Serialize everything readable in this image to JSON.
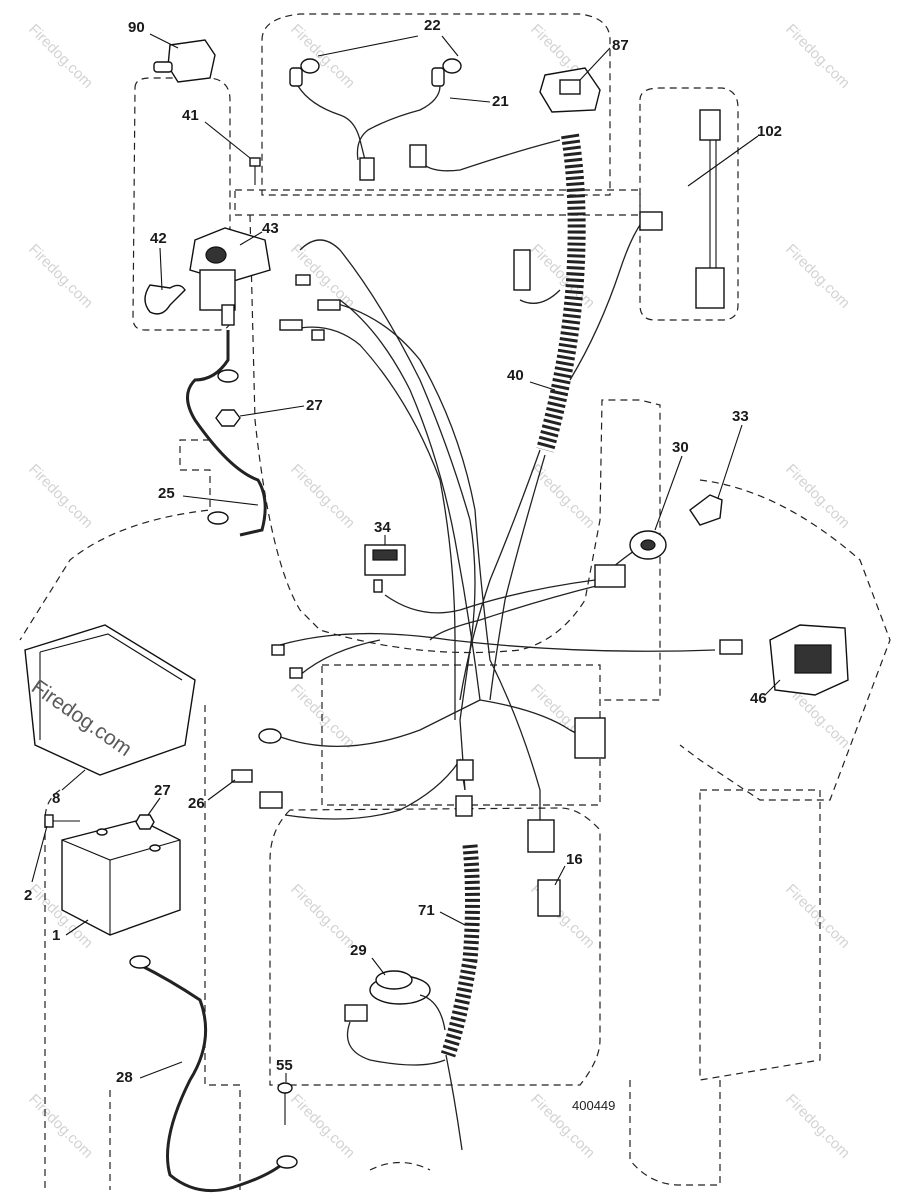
{
  "diagram": {
    "drawing_number": "400449",
    "watermark_text": "Firedog.com",
    "watermark_main": "Firedog.com",
    "callouts": [
      "90",
      "22",
      "87",
      "41",
      "21",
      "102",
      "42",
      "43",
      "27",
      "40",
      "33",
      "30",
      "25",
      "34",
      "46",
      "8",
      "27",
      "26",
      "16",
      "2",
      "71",
      "1",
      "29",
      "28",
      "55"
    ]
  }
}
